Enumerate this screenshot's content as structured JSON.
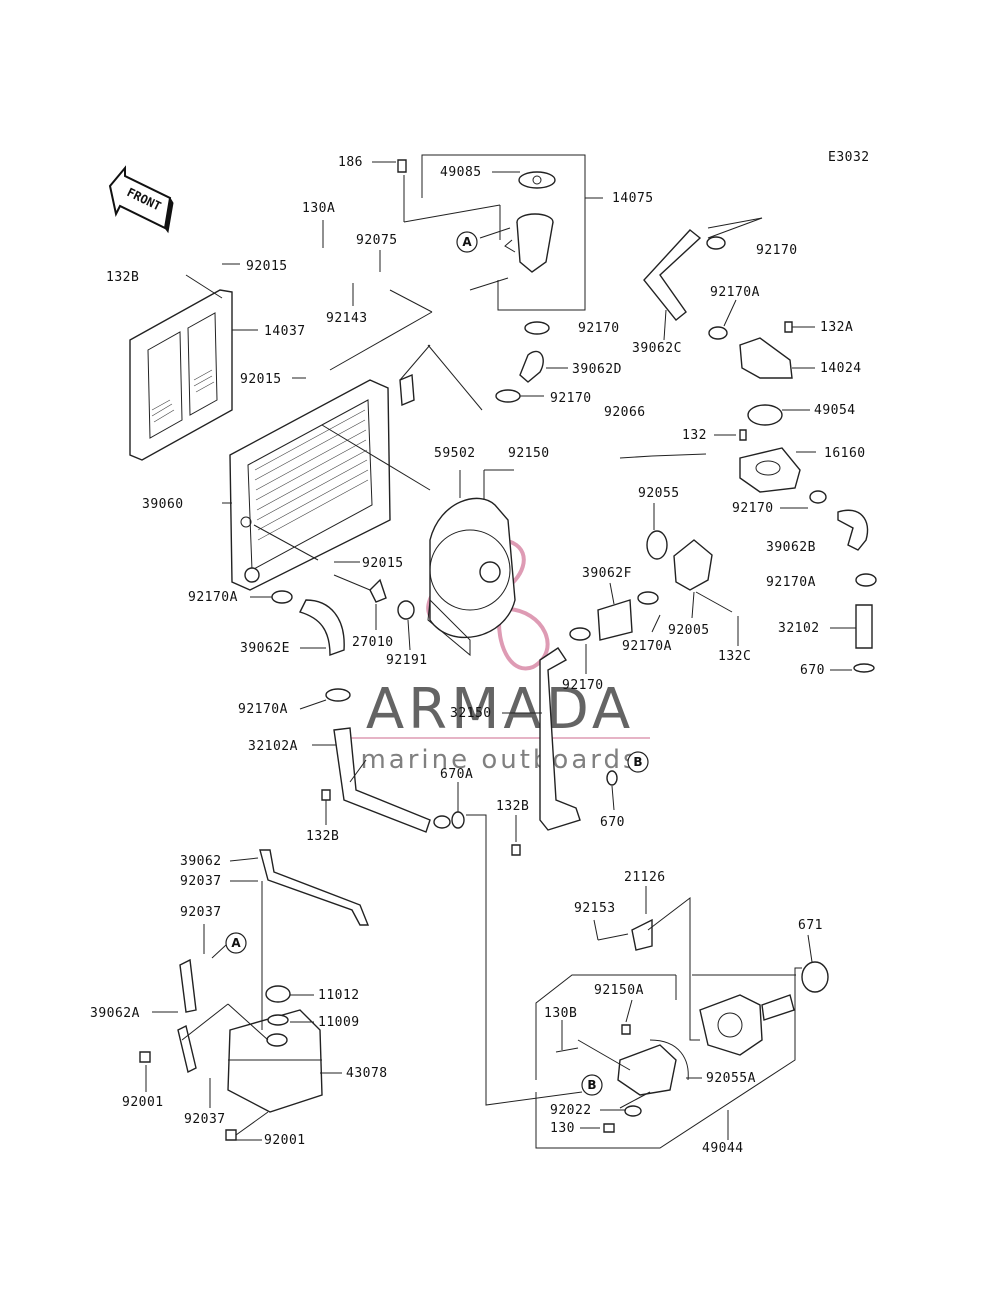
{
  "diagram_code": "E3032",
  "front_arrow": {
    "text": "FRONT"
  },
  "watermark": {
    "brand": "ARMADA",
    "tagline": "marine outboards",
    "logo_icon": "propeller-icon",
    "logo_color": "#d98aa8"
  },
  "callouts": {
    "a": "A",
    "b": "B"
  },
  "labels": {
    "p186": "186",
    "p49085": "49085",
    "p14075": "14075",
    "p130A": "130A",
    "p92075": "92075",
    "p132B_top": "132B",
    "p92015_top": "92015",
    "p14037": "14037",
    "p92143": "92143",
    "p92170_tr": "92170",
    "p92170A_tr": "92170A",
    "p39062C": "39062C",
    "p92170_mid": "92170",
    "p132A": "132A",
    "p14024": "14024",
    "p39062D": "39062D",
    "p92015_mid": "92015",
    "p92170_c": "92170",
    "p92066": "92066",
    "p49054": "49054",
    "p132": "132",
    "p16160": "16160",
    "p59502": "59502",
    "p92150": "92150",
    "p39060": "39060",
    "p92055": "92055",
    "p92170_r": "92170",
    "p39062B": "39062B",
    "p92015_low": "92015",
    "p39062F": "39062F",
    "p92170A_r": "92170A",
    "p92170A_l": "92170A",
    "p27010": "27010",
    "p92005": "92005",
    "p32102": "32102",
    "p39062E": "39062E",
    "p92191": "92191",
    "p92170A_c": "92170A",
    "p132C": "132C",
    "p92170_low": "92170",
    "p670_r": "670",
    "p92170A_ll": "92170A",
    "p32150": "32150",
    "p32102A": "32102A",
    "p670A": "670A",
    "p132B_low": "132B",
    "p132B_mid": "132B",
    "p670_c": "670",
    "p39062": "39062",
    "p92037_a": "92037",
    "p21126": "21126",
    "p92037_b": "92037",
    "p92153": "92153",
    "p671": "671",
    "p11012": "11012",
    "p92150A": "92150A",
    "p39062A": "39062A",
    "p11009": "11009",
    "p130B": "130B",
    "p43078": "43078",
    "p92055A": "92055A",
    "p92001_l": "92001",
    "p92022": "92022",
    "p92037_c": "92037",
    "p130": "130",
    "p92001_r": "92001",
    "p49044": "49044"
  }
}
